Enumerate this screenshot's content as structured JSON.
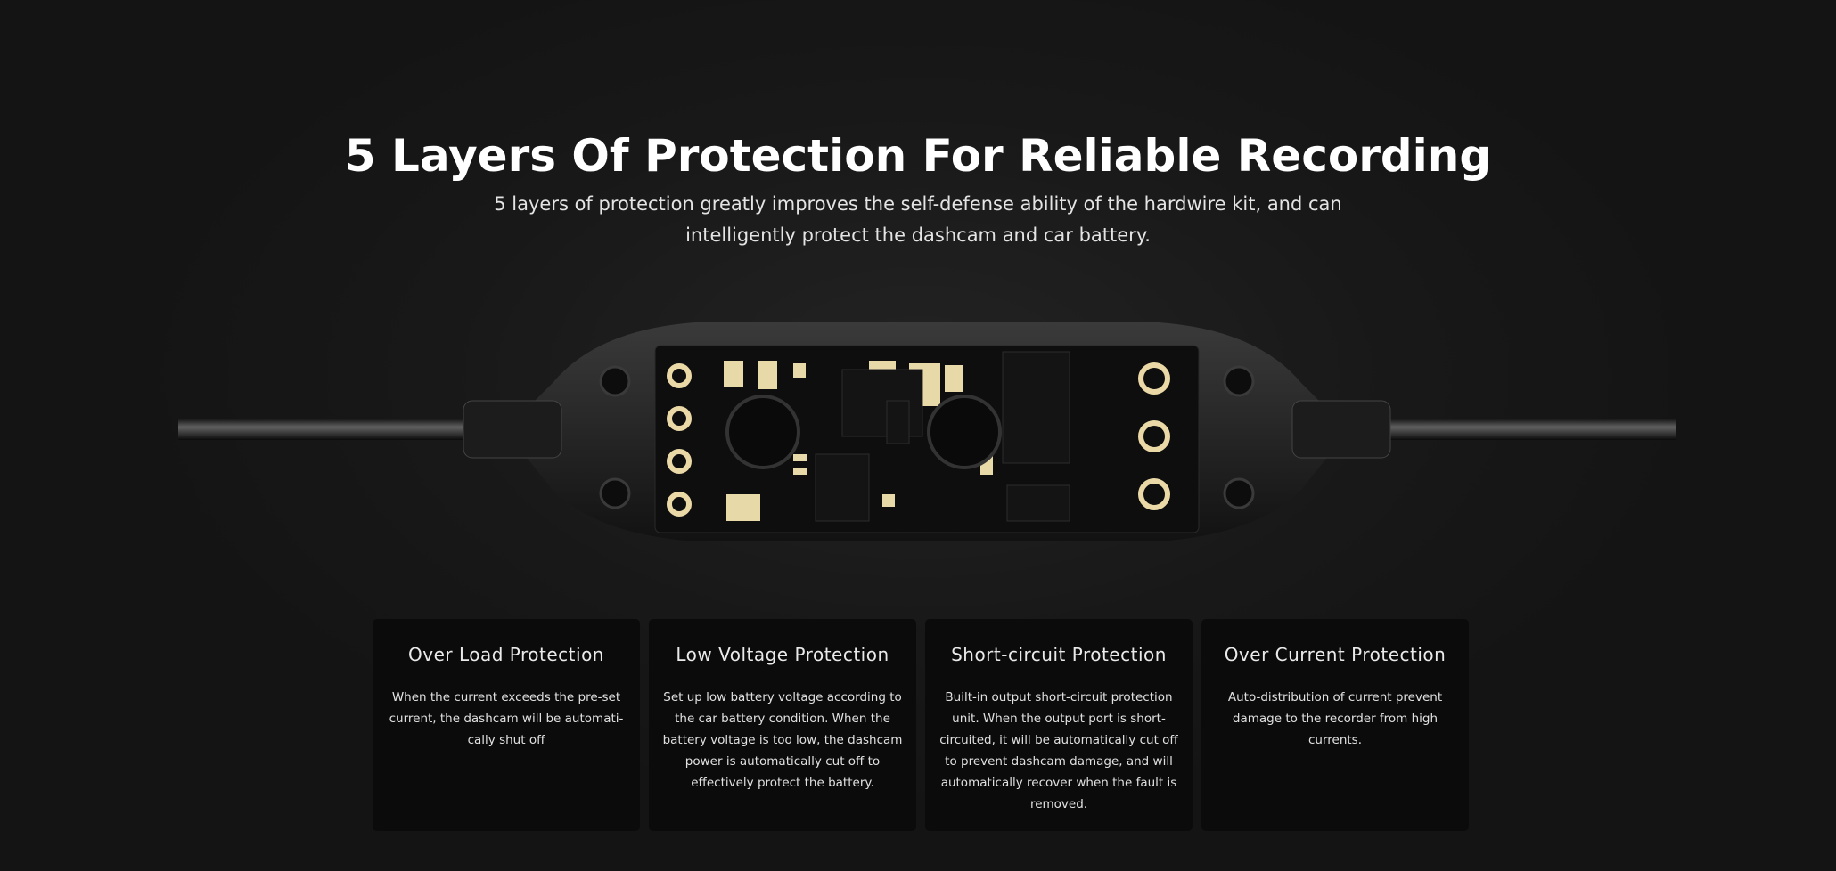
{
  "header": {
    "title": "5 Layers Of Protection For Reliable Recording",
    "subtitle": "5 layers of protection greatly improves the self-defense ability of the hardwire kit, and can intelligently protect the dashcam and car battery."
  },
  "colors": {
    "background": "#161616",
    "card": "#0b0b0b",
    "pcb_gold": "#e8d9a8"
  },
  "cards": [
    {
      "title": "Over Load Protection",
      "body": "When the current exceeds the pre-set current, the dashcam will be automati-cally shut off"
    },
    {
      "title": "Low Voltage Protection",
      "body": "Set up low battery voltage according to the car battery condition. When the battery voltage is too low, the dashcam power is automatically cut off to effectively protect the battery."
    },
    {
      "title": "Short-circuit Protection",
      "body": "Built-in output short-circuit protection unit. When the output port is short-circuited, it will be automatically cut off to prevent dashcam damage, and will automatically recover when the fault is removed."
    },
    {
      "title": "Over Current Protection",
      "body": "Auto-distribution of current prevent damage to the recorder from high currents."
    }
  ]
}
